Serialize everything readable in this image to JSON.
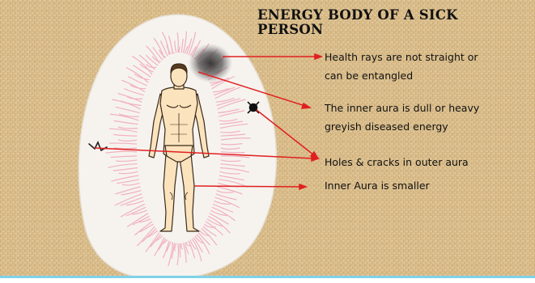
{
  "slide": {
    "title": "ENERGY BODY OF A SICK PERSON",
    "callouts": [
      {
        "id": "health-rays",
        "lines": [
          "Health rays are not straight or",
          "can be entangled"
        ]
      },
      {
        "id": "inner-aura-dull",
        "lines": [
          "The inner aura is dull or heavy",
          "greyish diseased energy"
        ]
      },
      {
        "id": "holes-cracks",
        "lines": [
          "Holes & cracks in outer aura"
        ]
      },
      {
        "id": "inner-aura-smaller",
        "lines": [
          "Inner Aura is smaller"
        ]
      }
    ]
  },
  "colors": {
    "background": "#d9bd8c",
    "outer_aura": "#f6f3ef",
    "inner_aura_rays": "#f2b6c4",
    "pointer_lines": "#e02020",
    "skin": "#fbe3bd",
    "outline": "#3a2a1a",
    "diseased_energy": "#3a3a3a",
    "bottom_strip": "#7fd1e8"
  },
  "icons": [
    "dark-spot-icon",
    "crack-mark-icon",
    "diseased-blotch-icon"
  ]
}
